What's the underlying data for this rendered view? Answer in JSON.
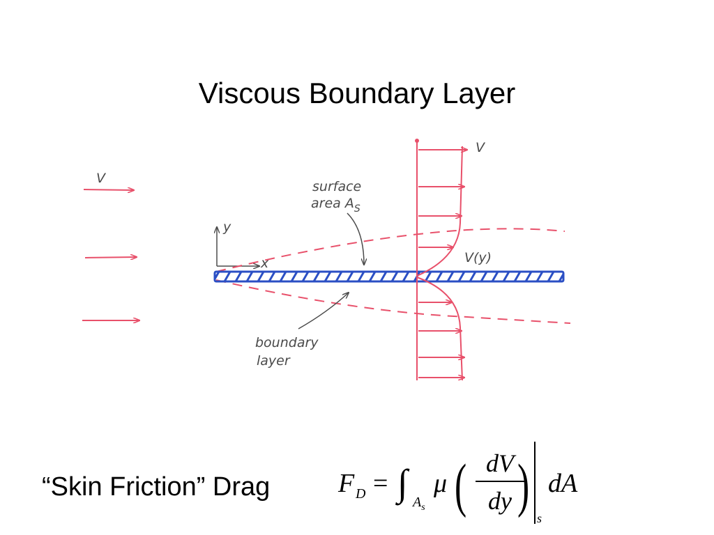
{
  "slide": {
    "title": "Viscous Boundary Layer"
  },
  "diagram": {
    "freestream_label": "V",
    "profile_label": "V",
    "velocity_profile_label": "V(y)",
    "x_axis_label": "x",
    "y_axis_label": "y",
    "surface_label_line1": "surface",
    "surface_label_line2": "area A",
    "surface_label_sub": "S",
    "boundary_label_line1": "boundary",
    "boundary_label_line2": "layer",
    "colors": {
      "arrow": "#e8506a",
      "plate": "#2b4fc4",
      "ink": "#4a4a4a"
    }
  },
  "caption": {
    "text": "“Skin Friction” Drag"
  },
  "equation": {
    "F": "F",
    "D": "D",
    "equals": "=",
    "integral": "∫",
    "A": "A",
    "A_sub": "s",
    "mu": "μ",
    "lparen": "(",
    "numerator": "dV",
    "denominator": "dy",
    "rparen": ")",
    "eval_sub": "s",
    "dA": "dA"
  }
}
